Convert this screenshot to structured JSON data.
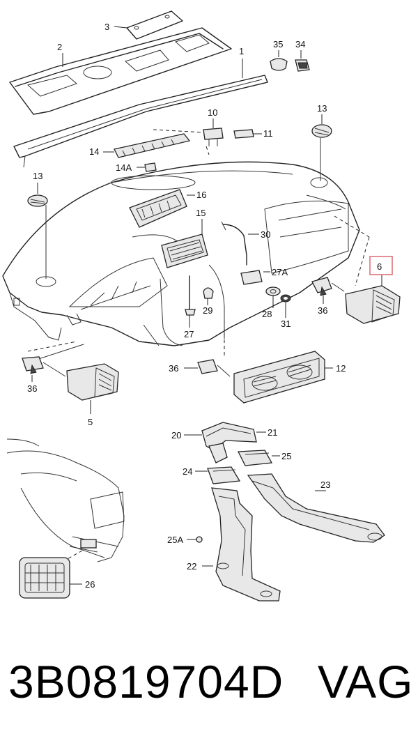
{
  "part_number": "3B0819704D",
  "brand": "VAG",
  "highlighted_callout": "6",
  "highlight_color": "#e0707a",
  "callouts": [
    "1",
    "2",
    "3",
    "5",
    "6",
    "10",
    "11",
    "12",
    "13",
    "13",
    "14",
    "14A",
    "15",
    "16",
    "20",
    "21",
    "22",
    "23",
    "24",
    "25",
    "25A",
    "26",
    "27",
    "27A",
    "28",
    "29",
    "30",
    "31",
    "34",
    "35",
    "36",
    "36",
    "36"
  ]
}
